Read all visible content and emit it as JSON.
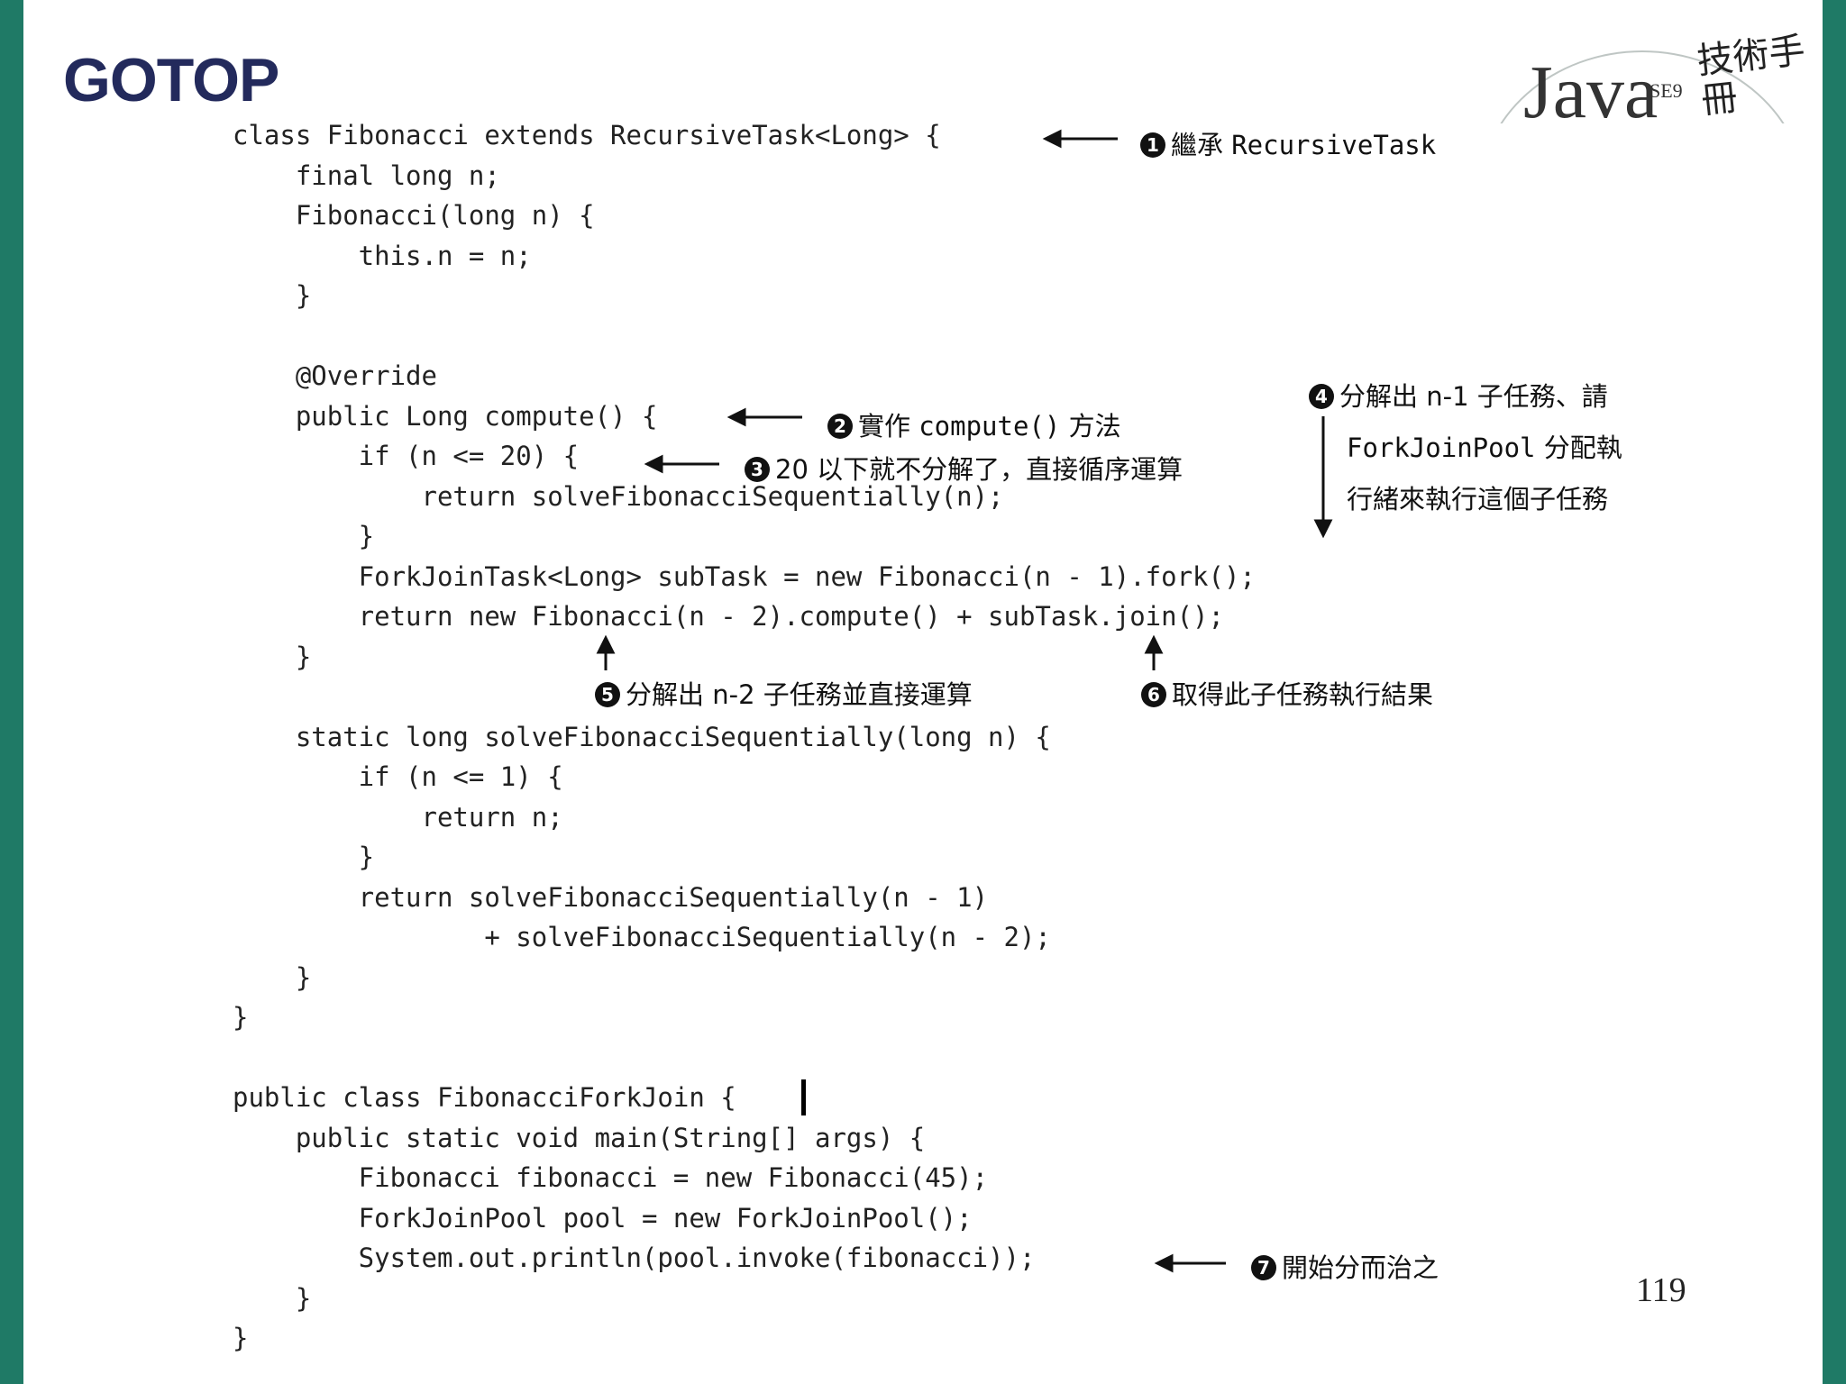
{
  "header": {
    "logo_text": "GOTOP",
    "brand_title": "Java",
    "brand_version": "SE9",
    "brand_calligraphy": "技術手冊"
  },
  "code": {
    "text": "class Fibonacci extends RecursiveTask<Long> {\n    final long n;\n    Fibonacci(long n) {\n        this.n = n;\n    }\n\n    @Override\n    public Long compute() {\n        if (n <= 20) {\n            return solveFibonacciSequentially(n);\n        }\n        ForkJoinTask<Long> subTask = new Fibonacci(n - 1).fork();\n        return new Fibonacci(n - 2).compute() + subTask.join();\n    }\n\n    static long solveFibonacciSequentially(long n) {\n        if (n <= 1) {\n            return n;\n        }\n        return solveFibonacciSequentially(n - 1)\n                + solveFibonacciSequentially(n - 2);\n    }\n}\n\npublic class FibonacciForkJoin {\n    public static void main(String[] args) {\n        Fibonacci fibonacci = new Fibonacci(45);\n        ForkJoinPool pool = new ForkJoinPool();\n        System.out.println(pool.invoke(fibonacci));\n    }\n}"
  },
  "annotations": {
    "a1": {
      "num": "1",
      "pre": "繼承 ",
      "mono": "RecursiveTask"
    },
    "a2": {
      "num": "2",
      "pre": "實作 ",
      "mono": "compute()",
      "post": " 方法"
    },
    "a3": {
      "num": "3",
      "text": "20 以下就不分解了，直接循序運算"
    },
    "a4": {
      "num": "4",
      "line1": "分解出 n-1 子任務、請",
      "line2_mono": "ForkJoinPool",
      "line2_post": " 分配執",
      "line3": "行緒來執行這個子任務"
    },
    "a5": {
      "num": "5",
      "text": "分解出 n-2 子任務並直接運算"
    },
    "a6": {
      "num": "6",
      "text": "取得此子任務執行結果"
    },
    "a7": {
      "num": "7",
      "text": "開始分而治之"
    }
  },
  "footer": {
    "page_number": "119"
  }
}
